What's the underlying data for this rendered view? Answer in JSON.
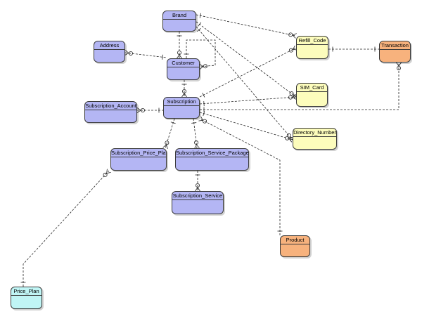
{
  "diagram": {
    "colors": {
      "blue": "#b4b6f4",
      "yellow": "#fcfcbc",
      "orange": "#f7b27d",
      "cyan": "#c0f5f5",
      "line": "#222222"
    },
    "entities": {
      "brand": {
        "label": "Brand",
        "color": "blue"
      },
      "address": {
        "label": "Address",
        "color": "blue"
      },
      "customer": {
        "label": "Customer",
        "color": "blue"
      },
      "subscription": {
        "label": "Subscription",
        "color": "blue"
      },
      "subscription_account": {
        "label": "Subscription_Account",
        "color": "blue"
      },
      "subscription_price_plan": {
        "label": "Subscription_Price_Plan",
        "color": "blue"
      },
      "subscription_service_package": {
        "label": "Subscription_Service_Package",
        "color": "blue"
      },
      "subscription_service": {
        "label": "Subscription_Service",
        "color": "blue"
      },
      "refill_code": {
        "label": "Refill_Code",
        "color": "yellow"
      },
      "sim_card": {
        "label": "SIM_Card",
        "color": "yellow"
      },
      "directory_number": {
        "label": "Directory_Number",
        "color": "yellow"
      },
      "transaction": {
        "label": "Transaction",
        "color": "orange"
      },
      "product": {
        "label": "Product",
        "color": "orange"
      },
      "price_plan": {
        "label": "Price_Plan",
        "color": "cyan"
      }
    },
    "relationships": [
      {
        "from": "brand",
        "to": "refill_code",
        "from_end": "one",
        "to_end": "many"
      },
      {
        "from": "brand",
        "to": "sim_card",
        "from_end": "one",
        "to_end": "many"
      },
      {
        "from": "brand",
        "to": "directory_number",
        "from_end": "one",
        "to_end": "many"
      },
      {
        "from": "brand",
        "to": "customer",
        "from_end": "one",
        "to_end": "many"
      },
      {
        "from": "address",
        "to": "customer",
        "from_end": "many",
        "to_end": "one"
      },
      {
        "from": "customer",
        "to": "customer",
        "from_end": "one",
        "to_end": "many"
      },
      {
        "from": "customer",
        "to": "subscription",
        "from_end": "one",
        "to_end": "many"
      },
      {
        "from": "subscription_account",
        "to": "subscription",
        "from_end": "many",
        "to_end": "one"
      },
      {
        "from": "subscription",
        "to": "refill_code",
        "from_end": "one",
        "to_end": "many"
      },
      {
        "from": "subscription",
        "to": "sim_card",
        "from_end": "one",
        "to_end": "many"
      },
      {
        "from": "subscription",
        "to": "directory_number",
        "from_end": "one",
        "to_end": "many"
      },
      {
        "from": "subscription",
        "to": "transaction",
        "from_end": "one",
        "to_end": "many"
      },
      {
        "from": "refill_code",
        "to": "transaction",
        "from_end": "one",
        "to_end": "one"
      },
      {
        "from": "subscription",
        "to": "subscription_price_plan",
        "from_end": "one",
        "to_end": "many"
      },
      {
        "from": "subscription",
        "to": "subscription_service_package",
        "from_end": "one",
        "to_end": "many"
      },
      {
        "from": "subscription_service_package",
        "to": "subscription_service",
        "from_end": "one",
        "to_end": "many"
      },
      {
        "from": "price_plan",
        "to": "subscription_price_plan",
        "from_end": "one",
        "to_end": "many"
      },
      {
        "from": "product",
        "to": "subscription",
        "from_end": "one",
        "to_end": "many"
      }
    ]
  }
}
